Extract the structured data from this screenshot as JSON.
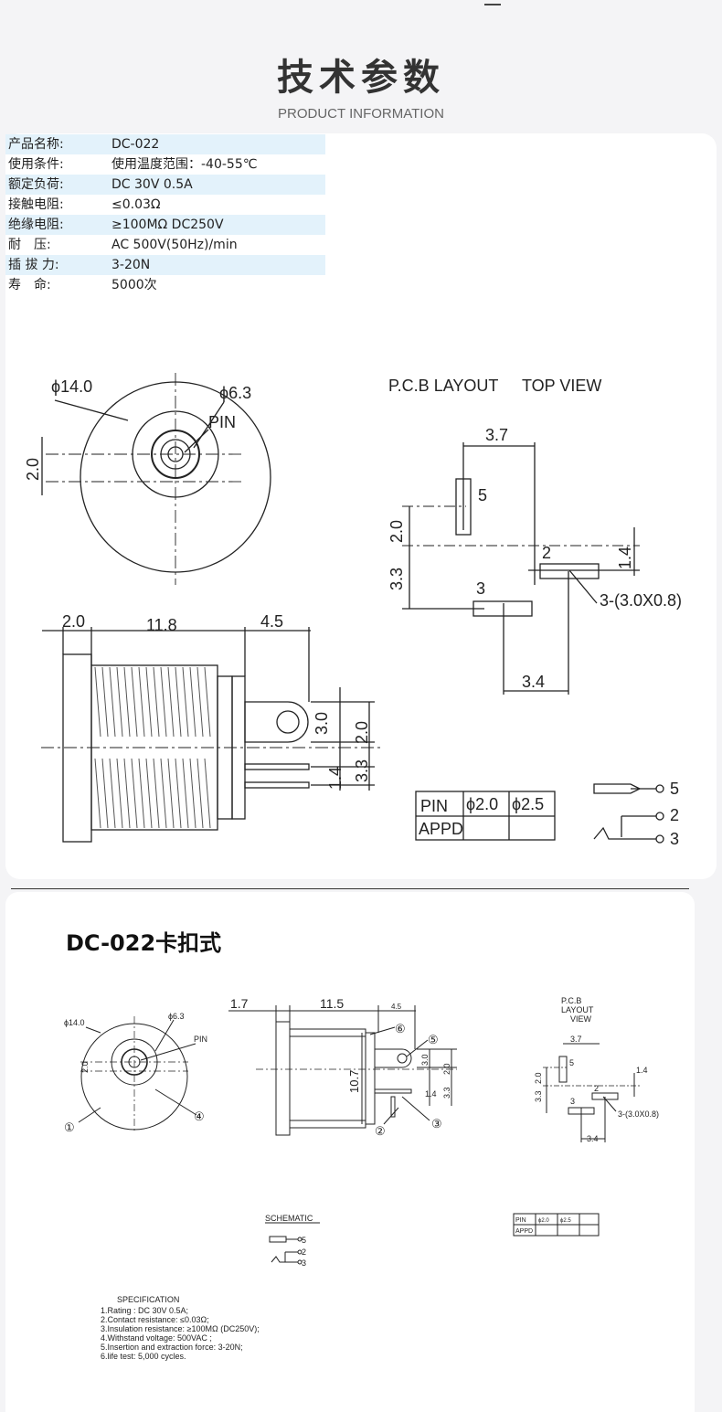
{
  "header": {
    "title": "技术参数",
    "subtitle": "PRODUCT INFORMATION"
  },
  "specs": [
    {
      "key": "产品名称:",
      "value": "DC-022"
    },
    {
      "key": "使用条件:",
      "value": "使用温度范围：-40-55℃"
    },
    {
      "key": "额定负荷:",
      "value": "DC 30V 0.5A"
    },
    {
      "key": "接触电阻:",
      "value": "≤0.03Ω"
    },
    {
      "key": "绝缘电阻:",
      "value": "≥100MΩ DC250V"
    },
    {
      "key": "耐　压:",
      "value": "AC 500V(50Hz)/min"
    },
    {
      "key": "插 拔 力:",
      "value": "3-20N"
    },
    {
      "key": "寿　命:",
      "value": "5000次"
    }
  ],
  "drawing1": {
    "dia_outer": "ϕ14.0",
    "dia_inner": "ϕ6.3",
    "pin_label": "PIN",
    "offset_20": "2.0",
    "pcb_title": "P.C.B LAYOUT",
    "top_view": "TOP VIEW",
    "dim_37": "3.7",
    "pad5": "5",
    "dim_20b": "2.0",
    "dim_33": "3.3",
    "pad2": "2",
    "dim_14": "1.4",
    "pad3": "3",
    "slot": "3-(3.0X0.8)",
    "dim_34": "3.4",
    "side_20": "2.0",
    "side_118": "11.8",
    "side_45": "4.5",
    "side_30": "3.0",
    "side_20b": "2.0",
    "side_14": "1.4",
    "side_33": "3.3",
    "tbl_pin": "PIN",
    "tbl_20": "ϕ2.0",
    "tbl_25": "ϕ2.5",
    "tbl_appd": "APPD",
    "sch5": "5",
    "sch2": "2",
    "sch3": "3"
  },
  "drawing2": {
    "model": "DC-022卡扣式",
    "d14": "ϕ14.0",
    "d63": "ϕ6.3",
    "pin": "PIN",
    "off20": "2.0",
    "c1": "①",
    "c4": "④",
    "s17": "1.7",
    "s115": "11.5",
    "s45": "4.5",
    "s107": "10.7",
    "s30": "3.0",
    "s20": "2.0",
    "s33": "3.3",
    "s14": "1.4",
    "c6": "⑥",
    "c5": "⑤",
    "c2": "②",
    "c3": "③",
    "pcb1": "P.C.B",
    "pcb2": "LAYOUT",
    "pcb3": "VIEW",
    "p37": "3.7",
    "p5": "5",
    "p14": "1.4",
    "p2": "2",
    "p33": "3.3",
    "p20": "2.0",
    "p3": "3",
    "pslot": "3-(3.0X0.8)",
    "p34": "3.4",
    "schematic": "SCHEMATIC",
    "sch5": "5",
    "sch2": "2",
    "sch3": "3",
    "tpin": "PIN",
    "t20": "ϕ2.0",
    "t25": "ϕ2.5",
    "tappd": "APPD",
    "spec_title": "SPECIFICATION",
    "spec_lines": [
      "1.Rating : DC 30V 0.5A;",
      "2.Contact resistance: ≤0.03Ω;",
      "3.Insulation resistance: ≥100MΩ (DC250V);",
      "4.Withstand voltage: 500VAC ;",
      "5.Insertion and extraction force: 3-20N;",
      "6.life test: 5,000 cycles."
    ]
  }
}
